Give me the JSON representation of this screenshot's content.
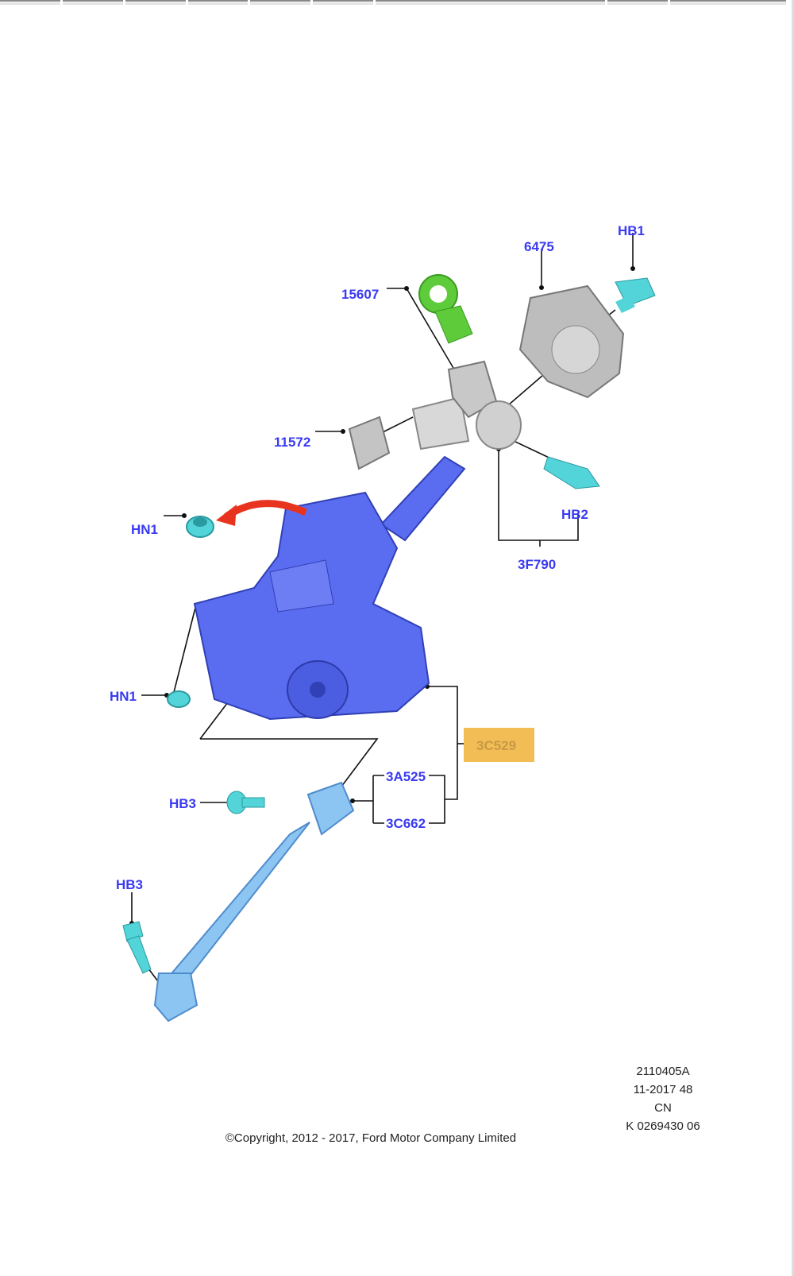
{
  "callouts": {
    "hb1": "HB1",
    "p6475": "6475",
    "p15607": "15607",
    "p11572": "11572",
    "hn1_top": "HN1",
    "hb2": "HB2",
    "p3f790": "3F790",
    "hn1_bottom": "HN1",
    "p3c529": "3C529",
    "p3a525": "3A525",
    "p3c662": "3C662",
    "hb3_mid": "HB3",
    "hb3_low": "HB3"
  },
  "info": {
    "line1": "2110405A",
    "line2": "11-2017 48",
    "line3": "CN",
    "line4": "K 0269430 06"
  },
  "copyright": "©Copyright, 2012 - 2017, Ford Motor Company Limited",
  "colors": {
    "label": "#3a3af2",
    "highlight": "#f2bd55",
    "column": "#5a6cf0",
    "shaft": "#8cc4f2",
    "fastener": "#52d4d8",
    "clip": "#5ecb3a",
    "arrow": "#e8331f"
  }
}
